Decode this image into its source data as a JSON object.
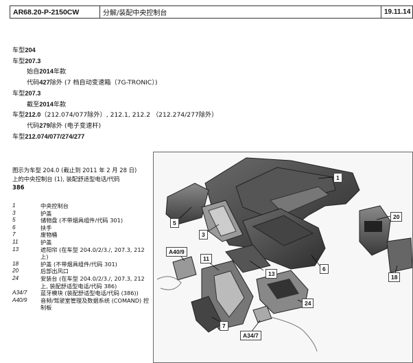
{
  "header": {
    "code": "AR68.20-P-2150CW",
    "title": "分解/装配中央控制台",
    "date": "19.11.14"
  },
  "validity": [
    {
      "indent": 0,
      "pre": "车型",
      "bold": "204",
      "post": ""
    },
    {
      "indent": 0,
      "pre": "车型",
      "bold": "207.3",
      "post": ""
    },
    {
      "indent": 1,
      "pre": "始自",
      "bold": "2014",
      "post": "年款"
    },
    {
      "indent": 1,
      "pre": "代码",
      "bold": "427",
      "post": "除外 (7 档自动变速箱（7G-TRONIC）)"
    },
    {
      "indent": 0,
      "pre": "车型",
      "bold": "207.3",
      "post": ""
    },
    {
      "indent": 1,
      "pre": "截至",
      "bold": "2014",
      "post": "年款"
    },
    {
      "indent": 0,
      "pre": "车型",
      "bold": "212.0",
      "post": "（212.074/077除外）, 212.1, 212.2 （212.274/277除外）"
    },
    {
      "indent": 1,
      "pre": "代码",
      "bold": "279",
      "post": "除外 (电子变速杆)"
    },
    {
      "indent": 0,
      "pre": "车型",
      "bold": "212.074/077/274/277",
      "post": ""
    }
  ],
  "caption": {
    "line1": "图示为车型 204.0 (截止到 2011 年 2 月 28 日)",
    "line2": "上的中央控制台 (1), 装配舒适型电话/代码",
    "line3": "386"
  },
  "legend": [
    {
      "key": "1",
      "text": "中央控制台"
    },
    {
      "key": "3",
      "text": "护盖"
    },
    {
      "key": "5",
      "text": "储物盘 (不带烟具组件/代码 301)"
    },
    {
      "key": "6",
      "text": "扶手"
    },
    {
      "key": "7",
      "text": "废物桶"
    },
    {
      "key": "11",
      "text": "护盖"
    },
    {
      "key": "13",
      "text": "遮阳帘 (在车型 204.0/2/3./, 207.3, 212 上)"
    },
    {
      "key": "18",
      "text": "护盖 (不带烟具组件/代码 301)"
    },
    {
      "key": "20",
      "text": "后部出风口"
    },
    {
      "key": "24",
      "text": "安装台 (在车型 204.0/2/3./, 207.3, 212 上, 装配舒适型电话/代码 386)"
    },
    {
      "key": "A34/7",
      "text": "蓝牙模块 (装配舒适型电话/代码 (386))"
    },
    {
      "key": "A40/9",
      "text": "音频/驾驶室管理及数据系统 (COMAND) 控制板"
    }
  ],
  "figure_labels": {
    "l1": "1",
    "l3": "3",
    "l5": "5",
    "l6": "6",
    "l7": "7",
    "l11": "11",
    "l13": "13",
    "l18": "18",
    "l20": "20",
    "l24": "24",
    "la34": "A34/7",
    "la40": "A40/9"
  }
}
